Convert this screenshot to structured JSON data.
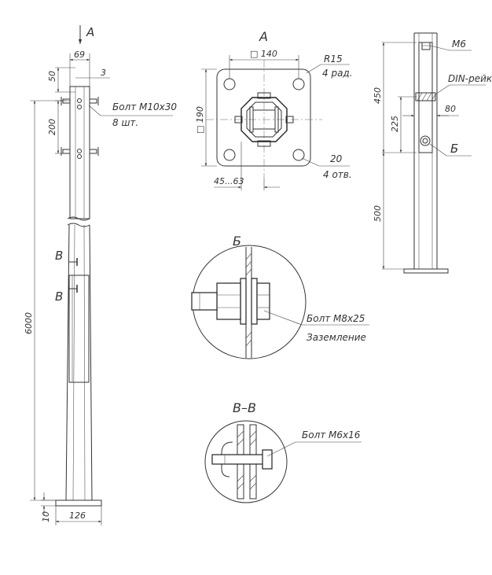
{
  "labels": {
    "view_a_arrow": "A",
    "view_a_title": "A",
    "detail_b_title": "Б",
    "section_vv_title": "В–В",
    "section_mark_top": "В",
    "section_mark_bottom": "В",
    "detail_b_mark": "Б"
  },
  "pole_dims": {
    "top_width": "69",
    "wall": "3",
    "top_offset": "50",
    "bolt_spacing": "200",
    "height": "6000",
    "base_thickness": "10",
    "base_width": "126"
  },
  "pole_callouts": {
    "bolt": "Болт М10х30",
    "bolt_qty": "8 шт."
  },
  "plate_dims": {
    "bolt_square": "□ 140",
    "plate_square": "□ 190",
    "radius": "R15",
    "radius_qty": "4 рад.",
    "hole": "20",
    "hole_qty": "4 отв.",
    "range": "45...63"
  },
  "right_dims": {
    "m6": "М6",
    "din": "DIN-рейка",
    "d450": "450",
    "d225": "225",
    "d80": "80",
    "d500": "500"
  },
  "detail_b_callouts": {
    "bolt": "Болт М8х25",
    "ground": "Заземление"
  },
  "section_vv_callouts": {
    "bolt": "Болт М6х16"
  }
}
